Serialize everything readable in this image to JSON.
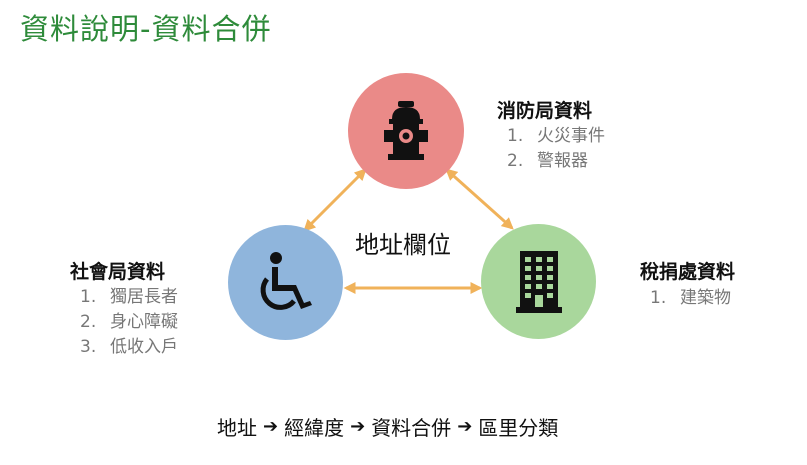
{
  "title": "資料說明-資料合併",
  "center_label": "地址欄位",
  "colors": {
    "title_green": "#2e8b3a",
    "fire_circle": "#ea8a88",
    "social_circle": "#8fb5dc",
    "tax_circle": "#a9d79c",
    "arrow_orange": "#f0b25a"
  },
  "nodes": {
    "fire": {
      "title": "消防局資料",
      "icon": "fire-hydrant-icon",
      "items": [
        {
          "num": "1.",
          "label": "火災事件"
        },
        {
          "num": "2.",
          "label": "警報器"
        }
      ]
    },
    "social": {
      "title": "社會局資料",
      "icon": "wheelchair-icon",
      "items": [
        {
          "num": "1.",
          "label": "獨居長者"
        },
        {
          "num": "2.",
          "label": "身心障礙"
        },
        {
          "num": "3.",
          "label": "低收入戶"
        }
      ]
    },
    "tax": {
      "title": "稅捐處資料",
      "icon": "building-icon",
      "items": [
        {
          "num": "1.",
          "label": "建築物"
        }
      ]
    }
  },
  "flow": [
    "地址",
    "經緯度",
    "資料合併",
    "區里分類"
  ]
}
